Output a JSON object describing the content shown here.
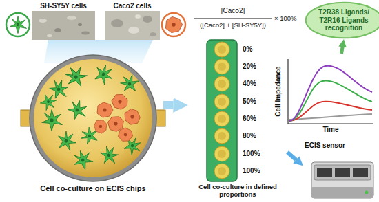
{
  "diagram": {
    "nodes": [
      {
        "text": [
          "SH-SY5Y cells"
        ]
      },
      {
        "text": [
          "Caco2 cells"
        ]
      },
      {
        "text": [
          "Cell co-culture on ECIS chips"
        ]
      },
      {
        "text": [
          "Cell co-culture in defined proportions"
        ]
      },
      {
        "text": [
          "ECIS sensor"
        ]
      },
      {
        "text": [
          "Cell Impedance",
          "Time"
        ]
      },
      {
        "text": [
          "T2R38 Ligands/ T2R16 Ligands recognition"
        ]
      }
    ],
    "edges": [
      {
        "from": 2,
        "to": 3,
        "arrow": "to"
      },
      {
        "from": 3,
        "to": 4,
        "arrow": "to"
      },
      {
        "from": 5,
        "to": 6,
        "arrow": "to"
      }
    ],
    "labels": [
      "[Caco2]",
      "([Caco2] + [SH-SY5Y])",
      "× 100%",
      "0%",
      "20%",
      "40%",
      "50%",
      "60%",
      "80%",
      "100%",
      "100%"
    ]
  }
}
